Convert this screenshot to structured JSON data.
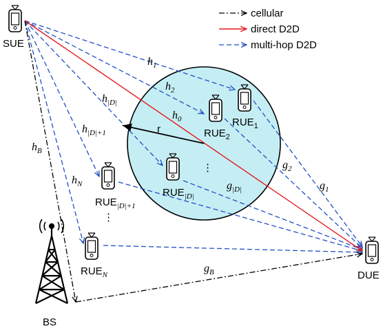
{
  "legend": {
    "cellular": "cellular",
    "direct": "direct D2D",
    "multihop": "multi-hop D2D"
  },
  "nodes": {
    "sue": "SUE",
    "due": "DUE",
    "bs": "BS",
    "rue": "RUE",
    "rue1_sub": "1",
    "rue2_sub": "2",
    "rued_sub": "|D|",
    "rued1_sub": "|D|+1",
    "ruen_sub": "N"
  },
  "labels": {
    "h": "h",
    "g": "g",
    "h1": "1",
    "h2": "2",
    "h0": "0",
    "hD": "|D|",
    "hD1": "|D|+1",
    "hN": "N",
    "hB": "B",
    "g1": "1",
    "g2": "2",
    "gD": "|D|",
    "gB": "B",
    "r": "r",
    "vdots": "⋮"
  },
  "colors": {
    "cellular": "#000000",
    "direct": "#e31a1c",
    "multihop": "#1f4fc4",
    "cell_fill": "#c5eef4"
  }
}
